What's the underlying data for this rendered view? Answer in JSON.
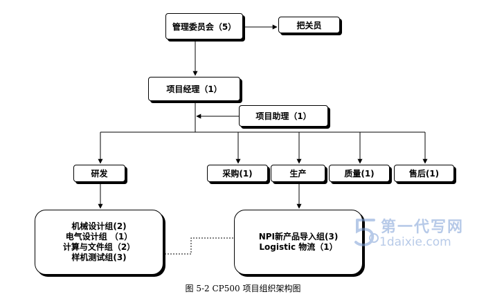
{
  "nodes": {
    "committee": "管理委员会（5）",
    "gatekeeper": "把关员",
    "pm": "项目经理（1）",
    "assistant": "项目助理（1）",
    "rd": "研发",
    "purchasing": "采购(1)",
    "production": "生产",
    "quality": "质量(1)",
    "after_sales": "售后(1)",
    "rd_groups": [
      "机械设计组(2)",
      "电气设计组 （1）",
      "计算与文件组（2）",
      "样机测试组(3)"
    ],
    "production_groups": [
      "NPI新产品导入组(3)",
      "Logistic 物流（1）"
    ]
  },
  "caption": "图 5-2    CP500 项目组织架构图",
  "watermark": {
    "cn": "第一代写网",
    "en": "1daixie.com",
    "color": "#7d9fd6"
  },
  "colors": {
    "line": "#000000",
    "box_fill": "#ffffff"
  }
}
